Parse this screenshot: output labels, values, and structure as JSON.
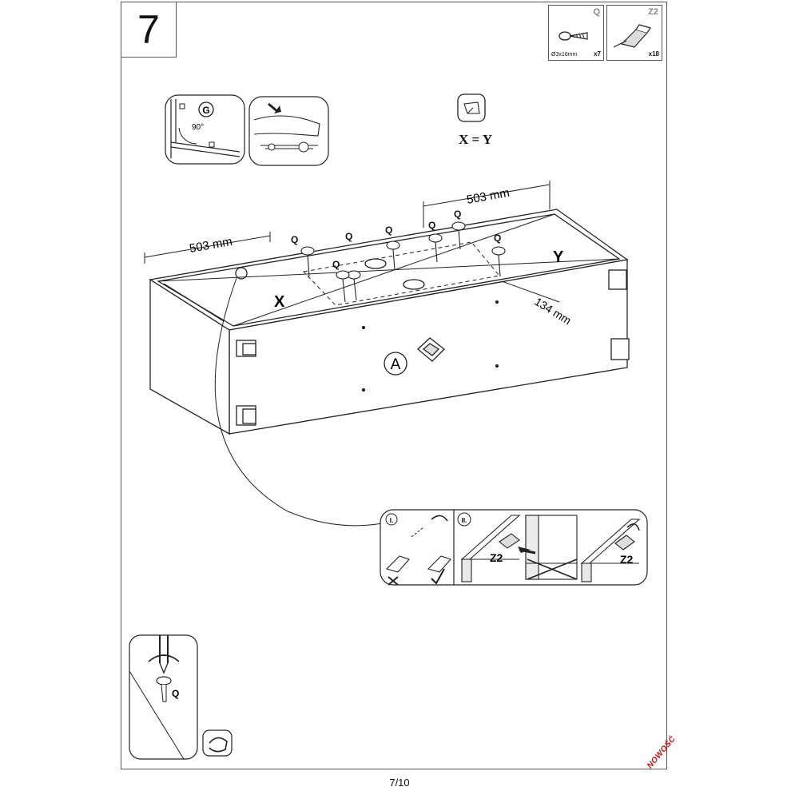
{
  "step": {
    "number": "7"
  },
  "parts": [
    {
      "id": "Q",
      "spec": "Ø3x16mm",
      "qty": "x7",
      "icon": "screw-icon"
    },
    {
      "id": "Z2",
      "spec": "",
      "qty": "x18",
      "icon": "corner-bracket-icon"
    }
  ],
  "detail_top": {
    "part_label": "G",
    "angle": "90°"
  },
  "measure_note": {
    "formula": "X = Y"
  },
  "main": {
    "dim_left": "503 mm",
    "dim_right": "503 mm",
    "dim_depth": "134 mm",
    "diag_x": "X",
    "diag_y": "Y",
    "panel_label": "A",
    "screw_label": "Q"
  },
  "detail_bottom": {
    "step1": "I.",
    "step2": "II.",
    "z2_label": "Z2"
  },
  "tool_note": {
    "screw_label": "Q"
  },
  "footer": {
    "page": "7/10",
    "badge": "NOWOŚĆ"
  }
}
